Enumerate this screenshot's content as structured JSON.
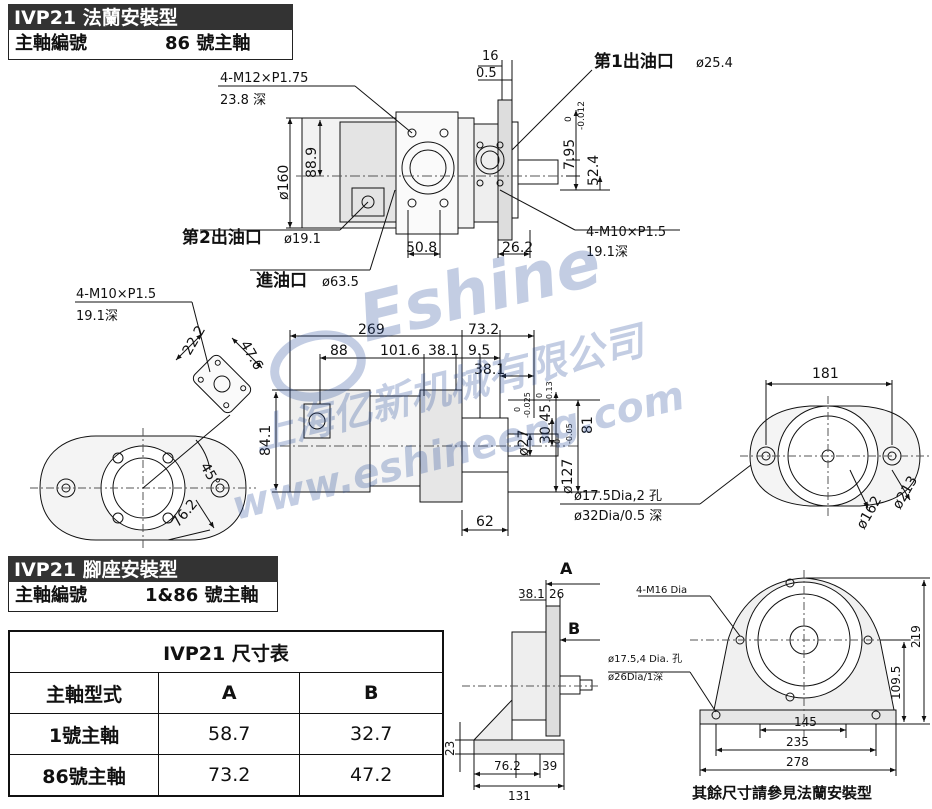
{
  "header1": {
    "title": "IVP21 法蘭安裝型",
    "sub_label": "主軸編號",
    "sub_value": "86 號主軸"
  },
  "header2": {
    "title": "IVP21 腳座安裝型",
    "sub_label": "主軸編號",
    "sub_value": "1&86 號主軸"
  },
  "view1": {
    "d16": "16",
    "d05": "0.5",
    "thread_top": "4-M12×P1.75",
    "thread_top_depth": "23.8 深",
    "out1_label": "第1出油口",
    "out1_dia": "ø25.4",
    "tol_795": "7.95",
    "tol_795_up": "0",
    "tol_795_lo": "-0.012",
    "d524": "52.4",
    "d160": "ø160",
    "d889": "88.9",
    "out2_label": "第2出油口",
    "out2_dia": "ø19.1",
    "d508": "50.8",
    "d262": "26.2",
    "thread_right": "4-M10×P1.5",
    "thread_right_depth": "19.1深",
    "in_label": "進油口",
    "in_dia": "ø63.5"
  },
  "view2": {
    "thread": "4-M10×P1.5",
    "thread_depth": "19.1深",
    "d222": "22.2",
    "d476": "47.6",
    "angle": "45°",
    "d762": "76.2"
  },
  "view3": {
    "d269": "269",
    "d732": "73.2",
    "d88": "88",
    "d1016": "101.6",
    "d381a": "38.1",
    "d95": "9.5",
    "d381b": "38.1",
    "d841": "84.1",
    "d27": "ø27",
    "d27_up": "0",
    "d27_lo": "-0.025",
    "d3045": "30.45",
    "d3045_up": "0",
    "d3045_lo": "-0.13",
    "d81": "81",
    "d127": "ø127",
    "d127_up": "0",
    "d127_lo": "-0.05",
    "d62": "62",
    "hole1": "ø17.5Dia,2 孔",
    "hole2": "ø32Dia/0.5 深"
  },
  "view4": {
    "d181": "181",
    "d213": "ø213",
    "d162": "ø162"
  },
  "view5": {
    "A": "A",
    "B": "B",
    "d381": "38.1",
    "d26": "26",
    "d23": "23",
    "d762": "76.2",
    "d39": "39",
    "d131": "131"
  },
  "view6": {
    "m16": "4-M16 Dia",
    "hole1": "ø17.5,4 Dia. 孔",
    "hole2": "ø26Dia/1深",
    "d219": "219",
    "d1095": "109.5",
    "d145": "145",
    "d235": "235",
    "d278": "278"
  },
  "table": {
    "title": "IVP21 尺寸表",
    "headers": [
      "主軸型式",
      "A",
      "B"
    ],
    "rows": [
      {
        "type": "1號主軸",
        "a": "58.7",
        "b": "32.7"
      },
      {
        "type": "86號主軸",
        "a": "73.2",
        "b": "47.2"
      }
    ]
  },
  "watermark": {
    "brand": "Eshine",
    "company": "上海亿新机械有限公司",
    "url": "www.eshineeng.com"
  },
  "footer": "其餘尺寸請參見法蘭安裝型"
}
